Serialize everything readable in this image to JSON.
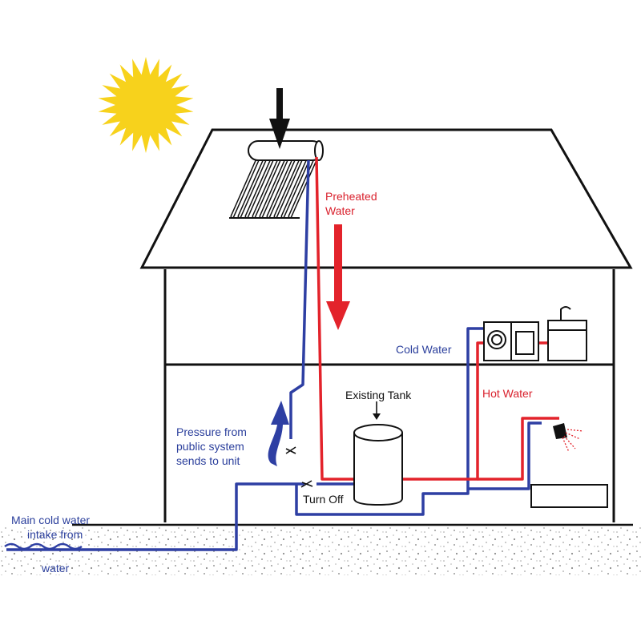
{
  "colors": {
    "hot": "#e3232b",
    "cold": "#2e3fa3",
    "outline": "#111111",
    "sun": "#f7d21c",
    "ground": "#9a9a9a"
  },
  "labels": {
    "preheated_line1": "Preheated",
    "preheated_line2": "Water",
    "cold_water": "Cold Water",
    "hot_water": "Hot Water",
    "existing_tank": "Existing Tank",
    "pressure_line1": "Pressure from",
    "pressure_line2": "public system",
    "pressure_line3": "sends to unit",
    "turn_off": "Turn Off",
    "main_line1": "Main cold water",
    "main_line2": "intake from",
    "main_line3": "water"
  },
  "icons": [
    "sun-icon",
    "solar-collector-icon",
    "sunlight-arrow-icon",
    "flow-arrow-icon",
    "pressure-arrow-icon",
    "tank-icon",
    "washer-icon",
    "dryer-icon",
    "sink-icon",
    "shower-icon",
    "bathtub-icon",
    "valve-icon"
  ]
}
